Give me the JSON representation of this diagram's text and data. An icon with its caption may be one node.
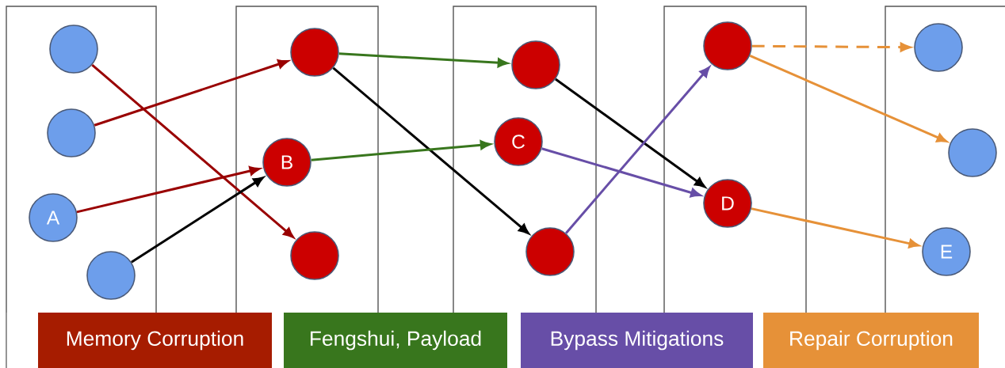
{
  "diagram": {
    "nodes": [
      {
        "text": [],
        "shape": "box"
      },
      {
        "text": [],
        "shape": "circle",
        "in": 0
      },
      {
        "text": [],
        "shape": "circle",
        "in": 0
      },
      {
        "text": [
          "A"
        ],
        "in": 0
      },
      {
        "text": [],
        "shape": "circle",
        "in": 0
      },
      {
        "text": [],
        "shape": "box"
      },
      {
        "text": [],
        "shape": "circle",
        "in": 5
      },
      {
        "text": [
          "B"
        ],
        "in": 5
      },
      {
        "text": [],
        "shape": "circle",
        "in": 5
      },
      {
        "text": [],
        "shape": "box"
      },
      {
        "text": [],
        "shape": "circle",
        "in": 9
      },
      {
        "text": [
          "C"
        ],
        "in": 9
      },
      {
        "text": [],
        "shape": "circle",
        "in": 9
      },
      {
        "text": [],
        "shape": "box"
      },
      {
        "text": [],
        "shape": "circle",
        "in": 13
      },
      {
        "text": [
          "D"
        ],
        "in": 13
      },
      {
        "text": [],
        "shape": "box"
      },
      {
        "text": [],
        "shape": "circle",
        "in": 16
      },
      {
        "text": [],
        "shape": "circle",
        "in": 16
      },
      {
        "text": [
          "E"
        ],
        "in": 16
      }
    ],
    "edges": [
      {
        "from": 1,
        "to": 8,
        "arrow": "to",
        "color": "#990000"
      },
      {
        "from": 2,
        "to": 6,
        "arrow": "to",
        "color": "#990000"
      },
      {
        "from": 3,
        "to": 7,
        "arrow": "to",
        "color": "#990000"
      },
      {
        "from": 4,
        "to": 7,
        "arrow": "to",
        "color": "#000000"
      },
      {
        "from": 6,
        "to": 10,
        "arrow": "to",
        "color": "#38761d"
      },
      {
        "from": 6,
        "to": 12,
        "arrow": "to",
        "color": "#000000"
      },
      {
        "from": 7,
        "to": 11,
        "arrow": "to",
        "color": "#38761d"
      },
      {
        "from": 10,
        "to": 15,
        "arrow": "to",
        "color": "#000000"
      },
      {
        "from": 11,
        "to": 15,
        "arrow": "to",
        "color": "#674ea7"
      },
      {
        "from": 12,
        "to": 14,
        "arrow": "to",
        "color": "#674ea7"
      },
      {
        "from": 14,
        "to": 17,
        "arrow": "to",
        "style": "dashed",
        "color": "#e69138"
      },
      {
        "from": 14,
        "to": 18,
        "arrow": "to",
        "color": "#e69138"
      },
      {
        "from": 15,
        "to": 19,
        "arrow": "to",
        "color": "#e69138"
      }
    ],
    "legend": [
      {
        "text": "Memory Corruption",
        "color": "#a61c00"
      },
      {
        "text": "Fengshui, Payload",
        "color": "#38761d"
      },
      {
        "text": "Bypass Mitigations",
        "color": "#674ea7"
      },
      {
        "text": "Repair Corruption",
        "color": "#e69138"
      }
    ]
  }
}
